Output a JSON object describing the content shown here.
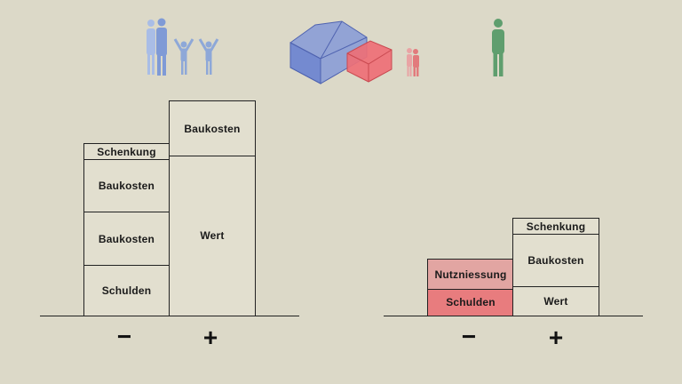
{
  "left_group": {
    "minus_stack": [
      {
        "label": "Schenkung",
        "fill": "#e2dfcf"
      },
      {
        "label": "Baukosten",
        "fill": "#e2dfcf"
      },
      {
        "label": "Baukosten",
        "fill": "#e2dfcf"
      },
      {
        "label": "Schulden",
        "fill": "#e2dfcf"
      }
    ],
    "plus_stack": [
      {
        "label": "Baukosten",
        "fill": "#e2dfcf"
      },
      {
        "label": "Wert",
        "fill": "#e2dfcf"
      }
    ],
    "minus_sign": "−",
    "plus_sign": "+"
  },
  "right_group": {
    "minus_stack": [
      {
        "label": "Nutzniessung",
        "fill": "#e2a5a2"
      },
      {
        "label": "Schulden",
        "fill": "#e87c7e"
      }
    ],
    "plus_stack": [
      {
        "label": "Schenkung",
        "fill": "#e2dfcf"
      },
      {
        "label": "Baukosten",
        "fill": "#e2dfcf"
      },
      {
        "label": "Wert",
        "fill": "#e2dfcf"
      }
    ],
    "minus_sign": "−",
    "plus_sign": "+"
  },
  "icons": {
    "family": {
      "name": "family-icon",
      "color": "#8ea8d8"
    },
    "buildings": {
      "name": "buildings-icon",
      "blue": "#7f95d8",
      "red": "#ee6f76"
    },
    "elderly": {
      "name": "elderly-couple-icon",
      "color": "#e27a7c"
    },
    "person": {
      "name": "person-icon",
      "color": "#5f9e6e"
    }
  }
}
